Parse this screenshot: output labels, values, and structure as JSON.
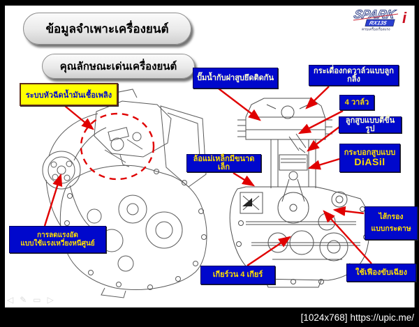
{
  "slide": {
    "title_main": "ข้อมูลจำเพาะเครื่องยนต์",
    "title_sub": "คุณลักษณะเด่นเครื่องยนต์"
  },
  "logo": {
    "brand": "SPARK",
    "model": "RX135",
    "i_mark": "i",
    "tagline": "ครบเครื่องเรื่องแรง"
  },
  "labels": {
    "fuel_injection": "ระบบหัวฉีดน้ำมันเชื้อเพลิง",
    "water_pump": "ปั๊มน้ำกับฝาสูบยึดติดกัน",
    "rocker": "กระเดื่องกดวาล์วแบบลูกกลิ้ง",
    "four_valve": "4 วาล์ว",
    "piston": "ลูกสูบแบบตีขึ้นรูป",
    "cylinder_line1": "กระบอกสูบแบบ",
    "cylinder_line2": "DiASil",
    "magneto": "ล้อแม่เหล็กมีขนาดเล็ก",
    "filter_line1": "ไส้กรอง",
    "filter_line2": "แบบกระดาษ",
    "decomp_line1": "การลดแรงอัด",
    "decomp_line2": "แบบใช้แรงเหวี่ยงหนีศูนย์",
    "gearbox": "เกียร์วน 4 เกียร์",
    "helical": "ใช้เฟืองขับเฉียง"
  },
  "presenter_nav": {
    "back": "◁",
    "pen": "✎",
    "menu": "▭",
    "forward": "▷"
  },
  "statusbar": {
    "resolution": "[1024x768]",
    "url": "https://upic.me/"
  },
  "colors": {
    "callout_blue": "#0008cc",
    "callout_yellow": "#ffff00",
    "arrow_red": "#e00000",
    "text_gold": "#ffdf00"
  }
}
